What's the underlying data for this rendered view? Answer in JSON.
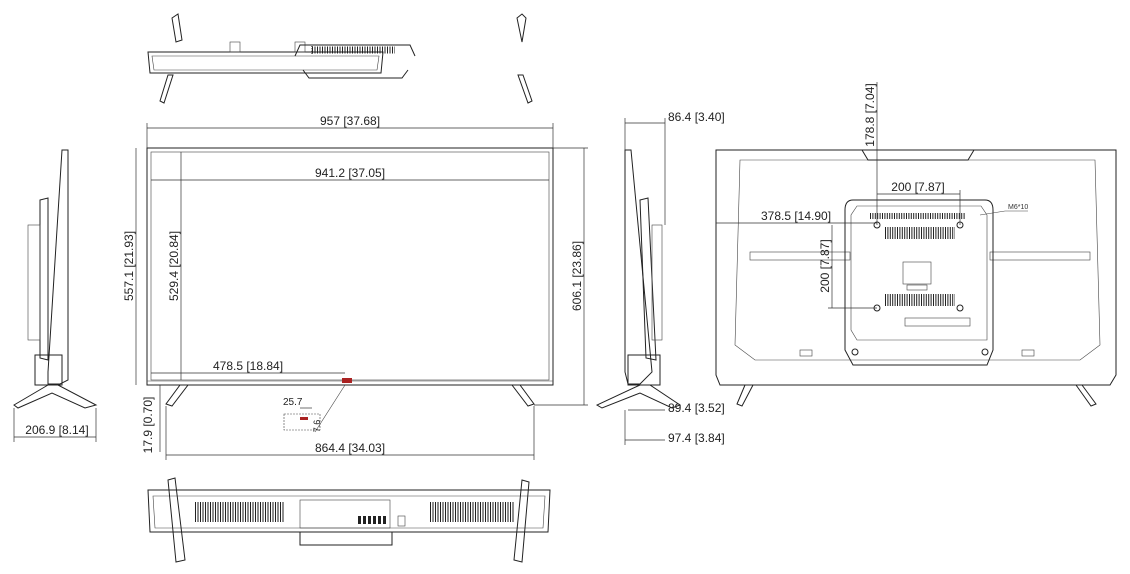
{
  "front": {
    "overall_width": "957 [37.68]",
    "screen_width": "941.2 [37.05]",
    "overall_height": "557.1 [21.93]",
    "screen_height": "529.4 [20.84]",
    "height_with_stand": "606.1 [23.86]",
    "center_offset": "478.5 [18.84]",
    "stand_clearance": "17.9 [0.70]",
    "stand_span": "864.4 [34.03]",
    "detail_width": "25.7",
    "detail_height": "7.6"
  },
  "left_side": {
    "stand_depth": "206.9 [8.14]"
  },
  "right_side": {
    "top_depth": "86.4 [3.40]",
    "depth_with_base": "89.4 [3.52]",
    "total_depth": "97.4 [3.84]"
  },
  "back": {
    "mount_offset_top": "178.8 [7.04]",
    "vesa_horizontal": "200 [7.87]",
    "screw_spec": "M6*10",
    "mount_offset_side": "378.5 [14.90]",
    "vesa_vertical": "200 [7.87]"
  },
  "colors": {
    "line": "#222222",
    "accent": "#aa2222"
  }
}
